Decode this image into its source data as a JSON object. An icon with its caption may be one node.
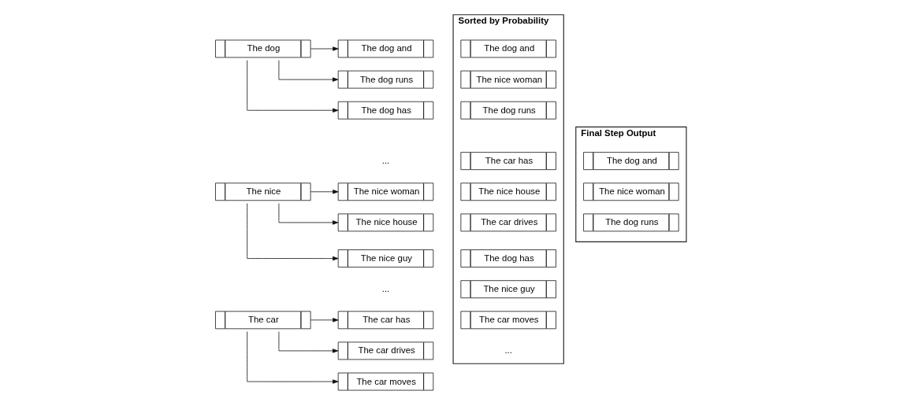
{
  "diagram": {
    "nodes": [
      {
        "text": [
          "The dog"
        ]
      },
      {
        "text": [
          "The dog and"
        ]
      },
      {
        "text": [
          "The dog runs"
        ]
      },
      {
        "text": [
          "The dog has"
        ]
      },
      {
        "text": [
          "The nice"
        ]
      },
      {
        "text": [
          "The nice woman"
        ]
      },
      {
        "text": [
          "The nice house"
        ]
      },
      {
        "text": [
          "The nice guy"
        ]
      },
      {
        "text": [
          "The car"
        ]
      },
      {
        "text": [
          "The car has"
        ]
      },
      {
        "text": [
          "The car drives"
        ]
      },
      {
        "text": [
          "The car moves"
        ]
      },
      {
        "text": [
          "Sorted by Probability"
        ]
      },
      {
        "text": [
          "The dog and"
        ],
        "in": 12
      },
      {
        "text": [
          "The nice woman"
        ],
        "in": 12
      },
      {
        "text": [
          "The dog runs"
        ],
        "in": 12
      },
      {
        "text": [
          "The car has"
        ],
        "in": 12
      },
      {
        "text": [
          "The nice house"
        ],
        "in": 12
      },
      {
        "text": [
          "The car drives"
        ],
        "in": 12
      },
      {
        "text": [
          "The dog has"
        ],
        "in": 12
      },
      {
        "text": [
          "The nice guy"
        ],
        "in": 12
      },
      {
        "text": [
          "The car moves"
        ],
        "in": 12
      },
      {
        "text": [
          "Final Step Output"
        ]
      },
      {
        "text": [
          "The dog and"
        ],
        "in": 22
      },
      {
        "text": [
          "The nice woman"
        ],
        "in": 22
      },
      {
        "text": [
          "The dog runs"
        ],
        "in": 22
      }
    ],
    "edges": [
      {
        "from": 0,
        "to": 1,
        "arrow": "to"
      },
      {
        "from": 0,
        "to": 2,
        "arrow": "to"
      },
      {
        "from": 0,
        "to": 3,
        "arrow": "to"
      },
      {
        "from": 4,
        "to": 5,
        "arrow": "to"
      },
      {
        "from": 4,
        "to": 6,
        "arrow": "to"
      },
      {
        "from": 4,
        "to": 7,
        "arrow": "to"
      },
      {
        "from": 8,
        "to": 9,
        "arrow": "to"
      },
      {
        "from": 8,
        "to": 10,
        "arrow": "to"
      },
      {
        "from": 8,
        "to": 11,
        "arrow": "to"
      }
    ],
    "labels": [
      "...",
      "...",
      "..."
    ]
  }
}
